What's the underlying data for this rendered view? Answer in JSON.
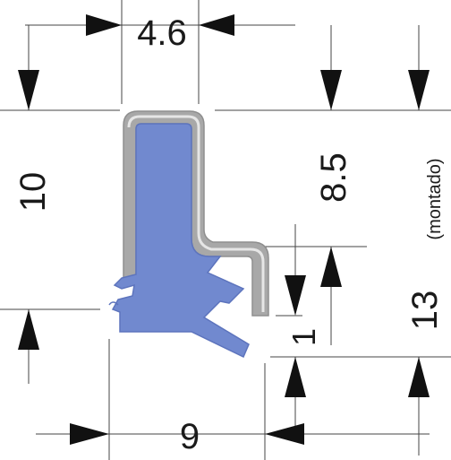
{
  "dimensions": {
    "width_top": "4.6",
    "height_left": "10",
    "inner_height": "8.5",
    "total_height": "13",
    "total_height_note": "(montado)",
    "lip_gap": "1",
    "base_width": "9"
  },
  "colors": {
    "profile_blue": "#7189cf",
    "profile_blue_edge": "#5d74bd",
    "metal_outer": "#a8a8a8",
    "metal_inner": "#e6e6e6",
    "ink": "#111111",
    "line": "#444444"
  }
}
